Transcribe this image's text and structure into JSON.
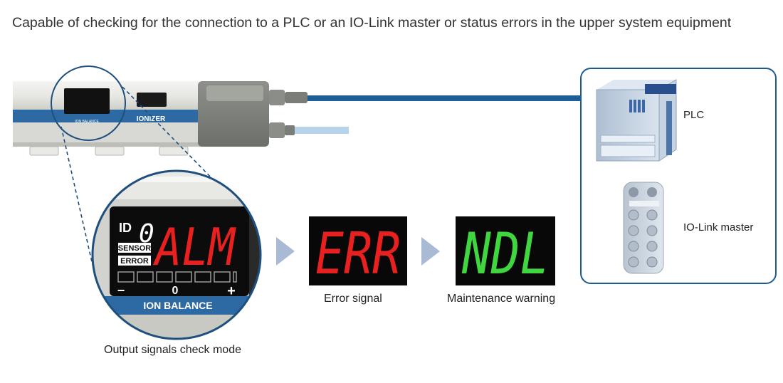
{
  "title": "Capable of checking for the connection to a PLC or an IO-Link master or status errors in the upper system equipment",
  "device": {
    "brand_label": "IONIZER",
    "small_panel_label": "ION BALANCE"
  },
  "magnified_display": {
    "id_label": "ID",
    "id_value": "0",
    "main_code": "ALM",
    "badge_sensor": "SENSOR",
    "badge_error": "ERROR",
    "minus": "−",
    "zero": "0",
    "plus": "+",
    "panel_label": "ION BALANCE",
    "caption": "Output signals check mode"
  },
  "error_display": {
    "code": "ERR",
    "caption": "Error signal",
    "color": "#e8201f"
  },
  "maintenance_display": {
    "code": "NDL",
    "caption": "Maintenance warning",
    "color": "#3fd63f"
  },
  "equipment": {
    "plc_label": "PLC",
    "iolink_label": "IO-Link master",
    "frame_color": "#1e5b8c"
  },
  "colors": {
    "cable": "#1f5f97",
    "arrow": "#a9bad4",
    "accent": "#1e5b8c"
  }
}
